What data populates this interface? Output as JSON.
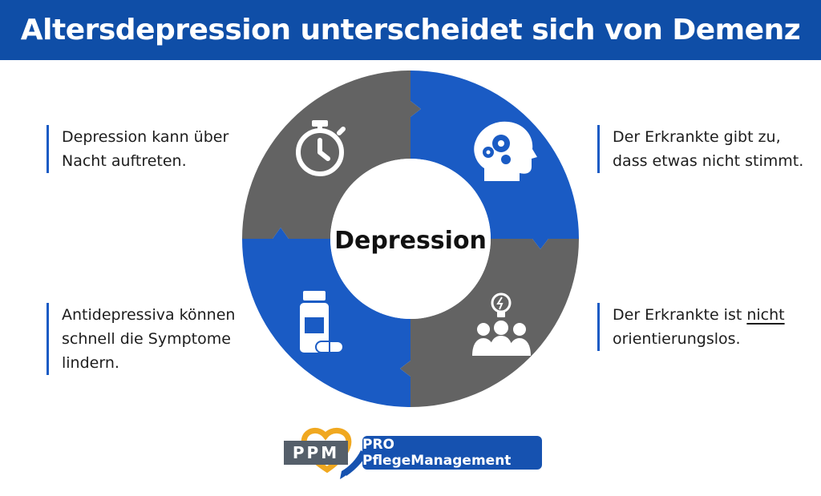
{
  "header": {
    "title": "Altersdepression unterscheidet sich von Demenz"
  },
  "center": {
    "label": "Depression"
  },
  "notes": {
    "top_left": {
      "line1": "Depression kann über",
      "line2": "Nacht auftreten."
    },
    "top_right": {
      "line1": "Der Erkrankte gibt zu,",
      "line2": "dass etwas nicht stimmt."
    },
    "bottom_left": {
      "line1": "Antidepressiva können",
      "line2": "schnell die Symptome",
      "line3": "lindern."
    },
    "bottom_right": {
      "line1a": "Der Erkrankte ist ",
      "line1b": "nicht",
      "line2": "orientierungslos."
    }
  },
  "segments": [
    {
      "position": "top-left",
      "color": "#636363",
      "icon": "stopwatch-icon"
    },
    {
      "position": "top-right",
      "color": "#1a5bc4",
      "icon": "head-gears-icon"
    },
    {
      "position": "bottom-right",
      "color": "#636363",
      "icon": "people-idea-icon"
    },
    {
      "position": "bottom-left",
      "color": "#1a5bc4",
      "icon": "medicine-icon"
    }
  ],
  "logo": {
    "abbr": "PPM",
    "name": "PRO PflegeManagement"
  },
  "colors": {
    "header": "#0f4ea7",
    "blue": "#1a5bc4",
    "gray": "#636363",
    "accent": "#f0a820"
  }
}
